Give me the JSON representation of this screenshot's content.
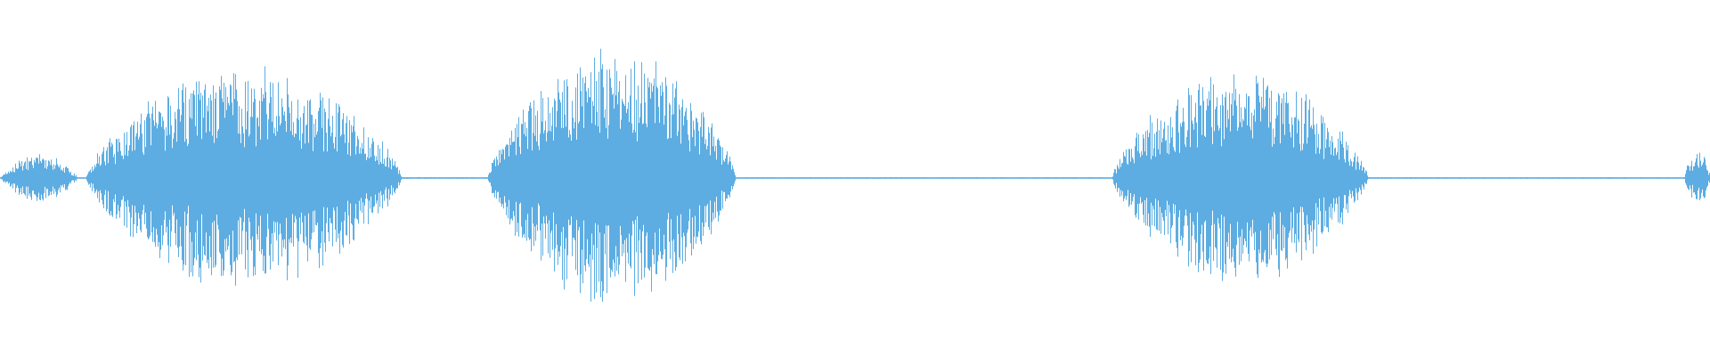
{
  "waveform": {
    "color": "#5dade2",
    "background": "#ffffff",
    "segments": [
      {
        "kind": "speech",
        "start": 0.0,
        "end": 0.045,
        "peak": 0.13
      },
      {
        "kind": "speech",
        "start": 0.05,
        "end": 0.235,
        "peak": 0.6
      },
      {
        "kind": "silence",
        "start": 0.235,
        "end": 0.285,
        "peak": 0.005
      },
      {
        "kind": "speech",
        "start": 0.285,
        "end": 0.43,
        "peak": 0.69
      },
      {
        "kind": "silence",
        "start": 0.43,
        "end": 0.65,
        "peak": 0.004
      },
      {
        "kind": "speech",
        "start": 0.65,
        "end": 0.8,
        "peak": 0.58
      },
      {
        "kind": "silence",
        "start": 0.8,
        "end": 0.985,
        "peak": 0.004
      },
      {
        "kind": "speech",
        "start": 0.985,
        "end": 1.0,
        "peak": 0.15
      }
    ]
  }
}
